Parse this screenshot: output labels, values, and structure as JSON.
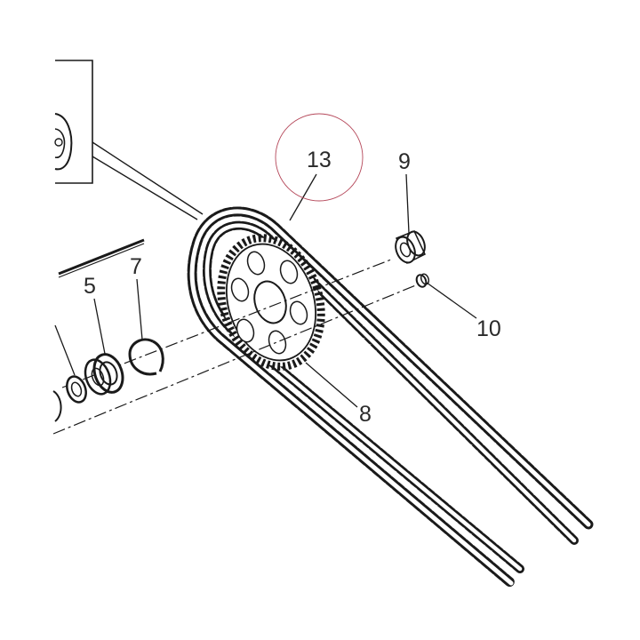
{
  "diagram": {
    "callouts": {
      "c5": "5",
      "c7": "7",
      "c8": "8",
      "c9": "9",
      "c10": "10",
      "c13": "13"
    },
    "highlight_color": "#b5485a",
    "ink_color": "#1a1a1a",
    "icons": [
      "inset-detail-frame",
      "drive-chain",
      "rear-sprocket",
      "bearing",
      "circlip",
      "spacer",
      "nut",
      "highlight-circle"
    ]
  }
}
